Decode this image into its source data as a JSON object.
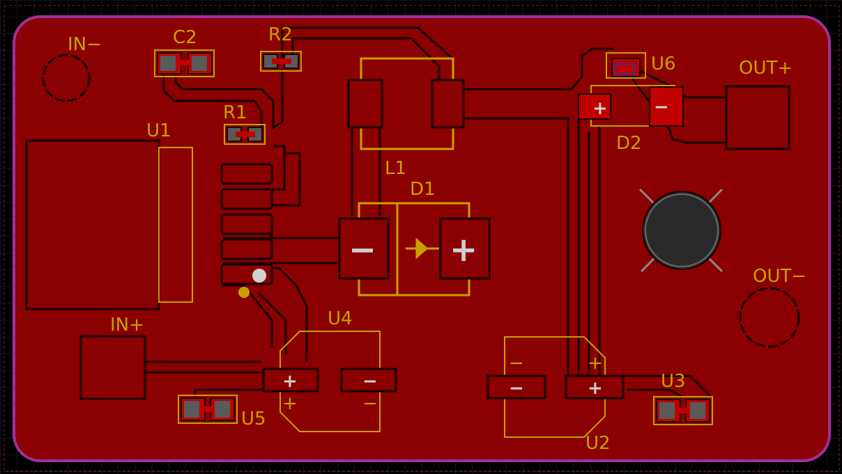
{
  "colors": {
    "background": "#000000",
    "grid": "#2a2a2a",
    "copper": "#8b0000",
    "clearance": "#1a0000",
    "silkscreen": "#c8a000",
    "pad": "#c00000",
    "smd_center": "#5a5a5a",
    "outline": "#a030a0",
    "mark": "#d0d0d0",
    "mounting_hole": "#2a2a2a"
  },
  "labels": {
    "in_minus": "IN−",
    "in_plus": "IN+",
    "out_plus": "OUT+",
    "out_minus": "OUT−",
    "c2": "C2",
    "r2": "R2",
    "r1": "R1",
    "u1": "U1",
    "l1": "L1",
    "d1": "D1",
    "d2": "D2",
    "u6": "U6",
    "u4": "U4",
    "u5": "U5",
    "u2": "U2",
    "u3": "U3"
  },
  "polarity": {
    "plus": "+",
    "minus": "−"
  },
  "icons": {
    "diode": "diode-symbol-icon",
    "mounting_hole": "mounting-hole-icon"
  }
}
